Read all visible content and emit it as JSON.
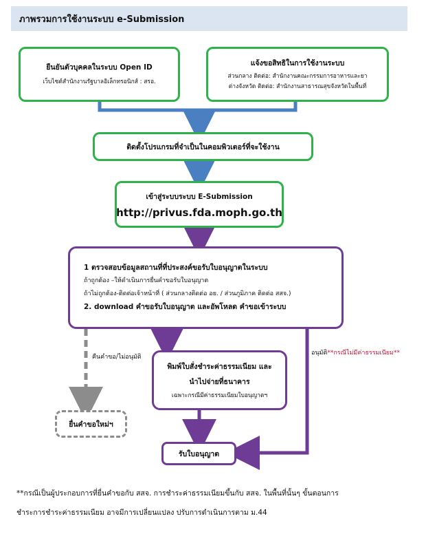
{
  "header": {
    "title": "ภาพรวมการใช้งานระบบ  e-Submission"
  },
  "box_openid": {
    "title": "ยืนยันตัวบุคคลในระบบ Open ID",
    "sub": "เว็บไซต์สำนักงานรัฐบาลอิเล็กทรอนิกส์ : สรอ."
  },
  "box_rights": {
    "title": "แจ้งขอสิทธิในการใช้งานระบบ",
    "line1": "ส่วนกลาง ติดต่อ: สำนักงานคณะกรรมการอาหารและยา",
    "line2": "ต่างจังหวัด ติดต่อ: สำนักงานสาธารณสุขจังหวัดในพื้นที่"
  },
  "box_install": {
    "title": "ติดตั้งโปรแกรมที่จำเป็นในคอมพิวเตอร์ที่จะใช้งาน"
  },
  "box_login": {
    "title": "เข้าสู่ระบบระบบ E-Submission",
    "url": "http://privus.fda.moph.go.th"
  },
  "box_check": {
    "line1": "1 ตรวจสอบข้อมูลสถานที่ที่ประสงค์ขอรับใบอนุญาตในระบบ",
    "line2": "ถ้าถูกต้อง –ให้ดำเนินการยื่นคำขอรับใบอนุญาต",
    "line3": "ถ้าไม่ถูกต้อง-ติดต่อเจ้าหน้าที่ ( ส่วนกลางติดต่อ อย. / ส่วนภูมิภาค ติดต่อ สสจ.)",
    "line4": "2. download คำขอรับใบอนุญาต และอัพโหลด คำขอเข้าระบบ"
  },
  "box_fee": {
    "title1": "พิมพ์ใบสั่งชำระค่าธรรมเนียม และ",
    "title2": "นำไปจ่ายที่ธนาคาร",
    "sub": "เฉพาะกรณีมีค่าธรรมเนียมใบอนุญาตฯ"
  },
  "box_resubmit": {
    "title": "ยื่นคำขอใหม่ฯ"
  },
  "box_receive": {
    "title": "รับใบอนุญาต"
  },
  "labels": {
    "reject": "คืนคำขอ/ไม่อนุมัติ",
    "approve_prefix": "อนุมัติ",
    "approve_note": "**กรณีไม่มีค่าธรรมเนียม**"
  },
  "footnote": {
    "line1": "**กรณีเป็นผู้ประกอบการที่ยื่นคำขอกับ สสจ. การชำระค่าธรรมเนียมขึ้นกับ สสจ. ในพื้นที่นั้นๆ ขั้นตอนการ",
    "line2": "ชำระการชำระค่าธรรมเนียม อาจมีการเปลี่ยนแปลง ปรับการดำเนินการตาม ม.44"
  },
  "colors": {
    "green": "#2db34a",
    "purple": "#6e3c94",
    "blue": "#4a7fc1",
    "gray": "#8c8c8c",
    "red": "#c0143c"
  }
}
